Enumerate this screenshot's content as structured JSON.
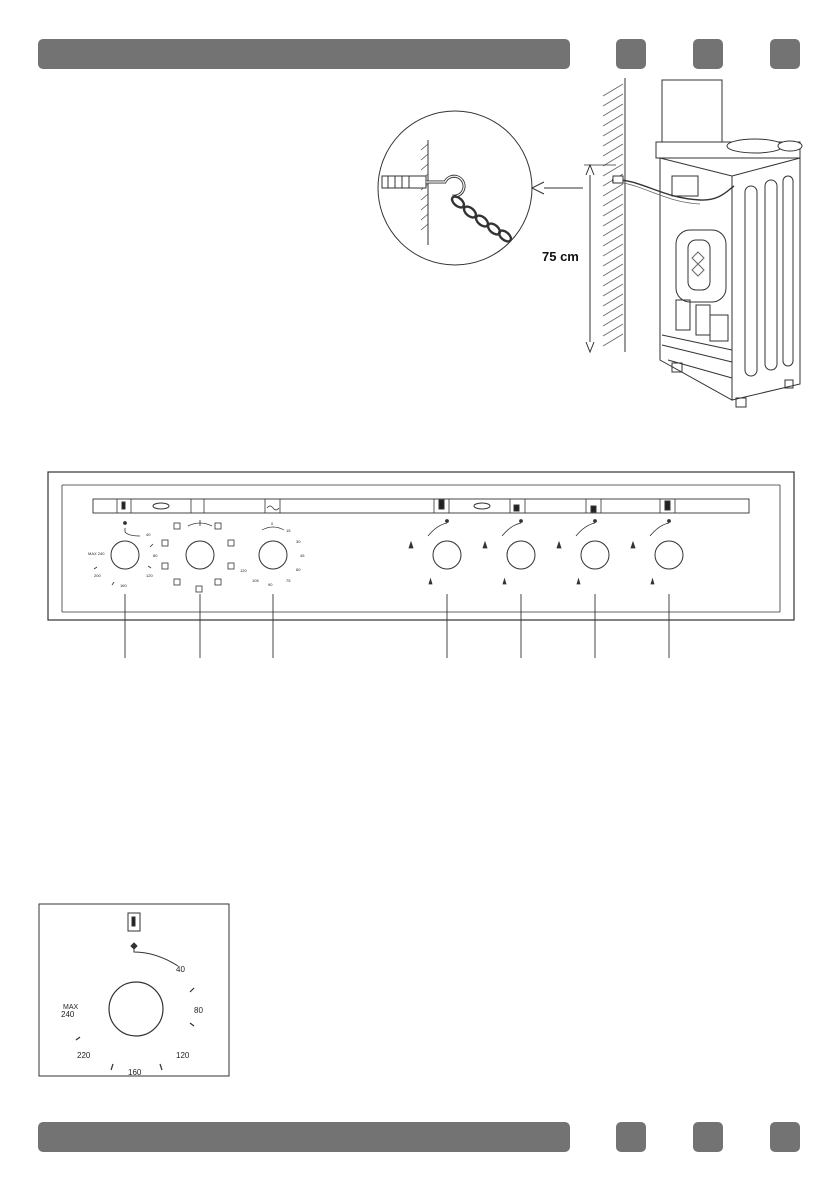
{
  "header": {
    "tabs": [
      "",
      "",
      ""
    ]
  },
  "footer": {
    "tabs": [
      "",
      "",
      ""
    ]
  },
  "wall_figure": {
    "height_label": "75 cm"
  },
  "panel": {
    "oven_knob_marks": [
      "MAX 240",
      "40",
      "80",
      "120",
      "160",
      "200"
    ],
    "timer_marks": [
      "0",
      "15",
      "30",
      "45",
      "60",
      "75",
      "90",
      "105",
      "120"
    ],
    "burner_knob_count": 4
  },
  "detail": {
    "marks": [
      "40",
      "80",
      "120",
      "160",
      "220"
    ],
    "max_label": "MAX",
    "max_value": "240"
  },
  "colors": {
    "bar": "#737373",
    "line": "#222222"
  }
}
